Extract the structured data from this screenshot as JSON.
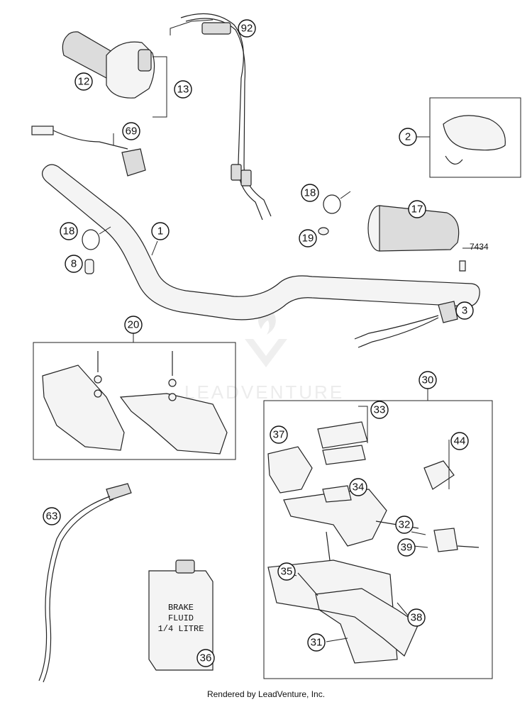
{
  "diagram": {
    "callouts": [
      "1",
      "2",
      "3",
      "8",
      "12",
      "13",
      "17",
      "18",
      "18",
      "19",
      "20",
      "30",
      "31",
      "32",
      "33",
      "34",
      "35",
      "36",
      "37",
      "38",
      "39",
      "44",
      "63",
      "69",
      "92"
    ],
    "reference_label": "7434",
    "bottle_label": [
      "BRAKE",
      "FLUID",
      "1/4 LITRE"
    ],
    "watermark": "LEADVENTURE"
  },
  "footer": {
    "credit": "Rendered by LeadVenture, Inc."
  }
}
